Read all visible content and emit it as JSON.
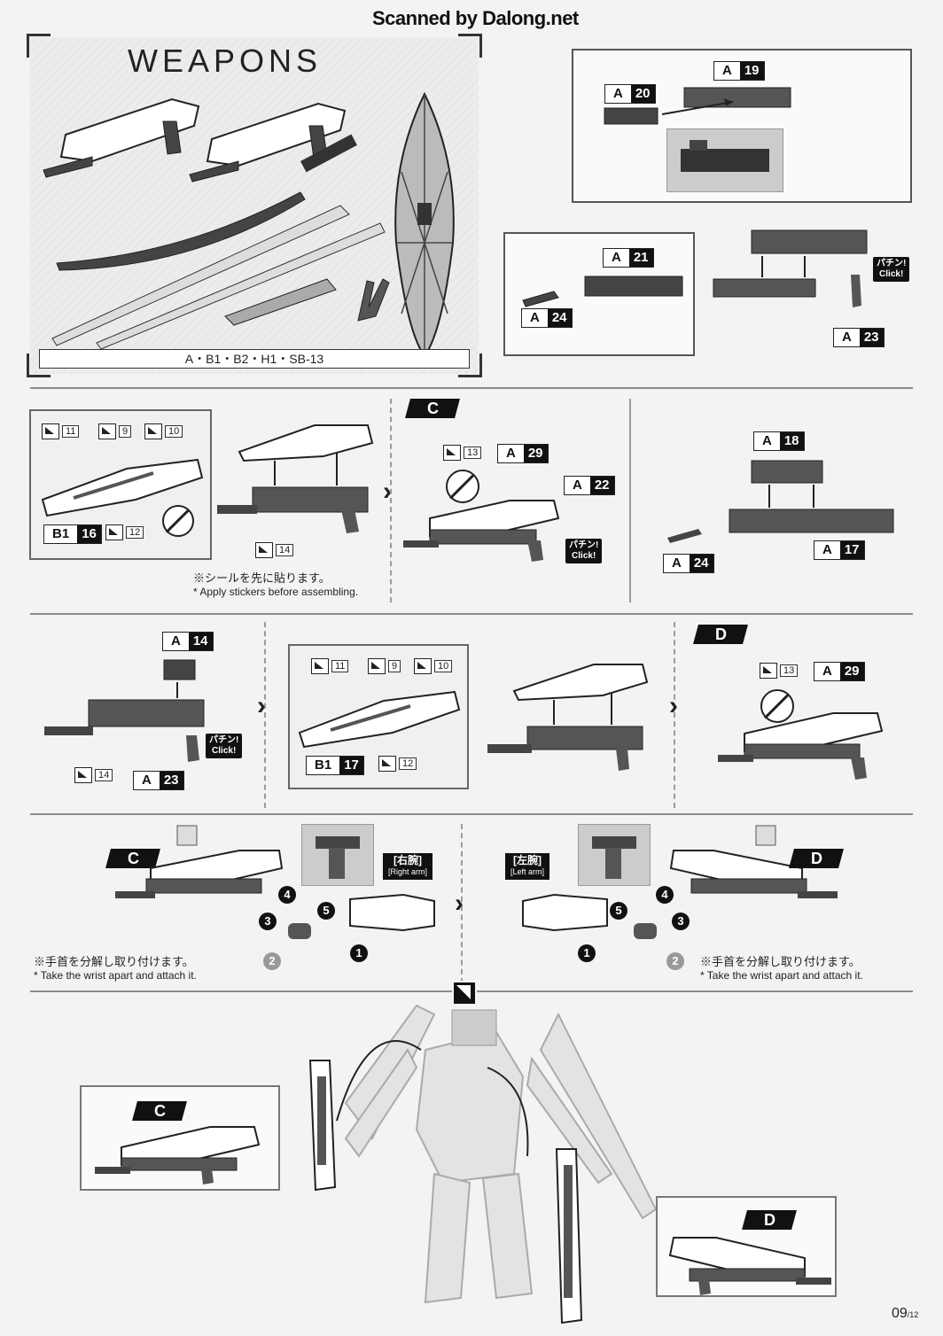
{
  "header": {
    "scan_credit": "Scanned by Dalong.net"
  },
  "weapons": {
    "title": "WEAPONS",
    "runners": "A・B1・B2・H1・SB-13"
  },
  "step1": {
    "parts": {
      "a19": {
        "l": "A",
        "n": "19"
      },
      "a20": {
        "l": "A",
        "n": "20"
      },
      "a21": {
        "l": "A",
        "n": "21"
      },
      "a24": {
        "l": "A",
        "n": "24"
      },
      "a23": {
        "l": "A",
        "n": "23"
      }
    },
    "click_jp": "パチン!",
    "click_en": "Click!"
  },
  "step2": {
    "stickers": [
      "11",
      "9",
      "10",
      "12",
      "14"
    ],
    "part_b1": {
      "l": "B1",
      "n": "16"
    },
    "note_jp": "※シールを先に貼ります。",
    "note_en": "* Apply stickers before assembling."
  },
  "step3": {
    "tag": "C",
    "sticker": "13",
    "a29": {
      "l": "A",
      "n": "29"
    },
    "a22": {
      "l": "A",
      "n": "22"
    },
    "click_jp": "パチン!",
    "click_en": "Click!"
  },
  "step4": {
    "a18": {
      "l": "A",
      "n": "18"
    },
    "a24": {
      "l": "A",
      "n": "24"
    },
    "a17": {
      "l": "A",
      "n": "17"
    }
  },
  "step5": {
    "a14": {
      "l": "A",
      "n": "14"
    },
    "a23": {
      "l": "A",
      "n": "23"
    },
    "sticker": "14",
    "click_jp": "パチン!",
    "click_en": "Click!"
  },
  "step6": {
    "stickers": [
      "11",
      "9",
      "10",
      "12"
    ],
    "b1": {
      "l": "B1",
      "n": "17"
    }
  },
  "step7": {
    "tag": "D",
    "sticker": "13",
    "a29": {
      "l": "A",
      "n": "29"
    }
  },
  "step8": {
    "left_tag": "C",
    "right_tag": "D",
    "right_arm_jp": "[右腕]",
    "right_arm_en": "[Right arm]",
    "left_arm_jp": "[左腕]",
    "left_arm_en": "[Left arm]",
    "steps": [
      "1",
      "2",
      "3",
      "4",
      "5"
    ],
    "note_jp": "※手首を分解し取り付けます。",
    "note_en": "* Take the wrist apart and attach it."
  },
  "final": {
    "left_tag": "C",
    "right_tag": "D"
  },
  "footer": {
    "page": "09",
    "total": "/12"
  }
}
